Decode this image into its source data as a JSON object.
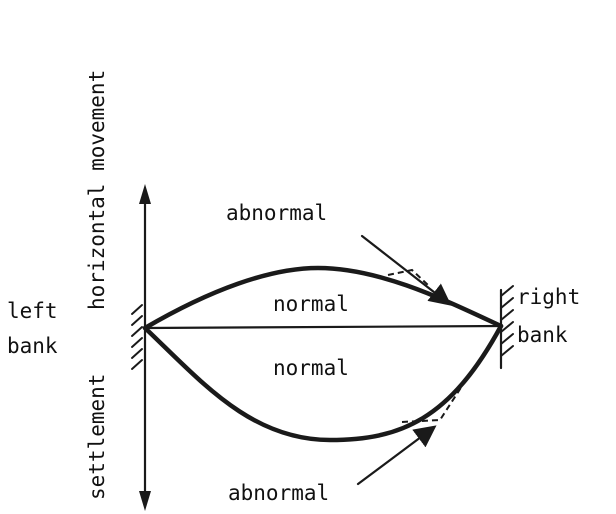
{
  "labels": {
    "vertical_axis_upper": "horizontal movement",
    "vertical_axis_lower": "settlement",
    "left_bank_line1": "left",
    "left_bank_line2": "bank",
    "right_bank_line1": "right",
    "right_bank_line2": "bank",
    "upper_normal": "normal",
    "lower_normal": "normal",
    "upper_abnormal": "abnormal",
    "lower_abnormal": "abnormal"
  }
}
